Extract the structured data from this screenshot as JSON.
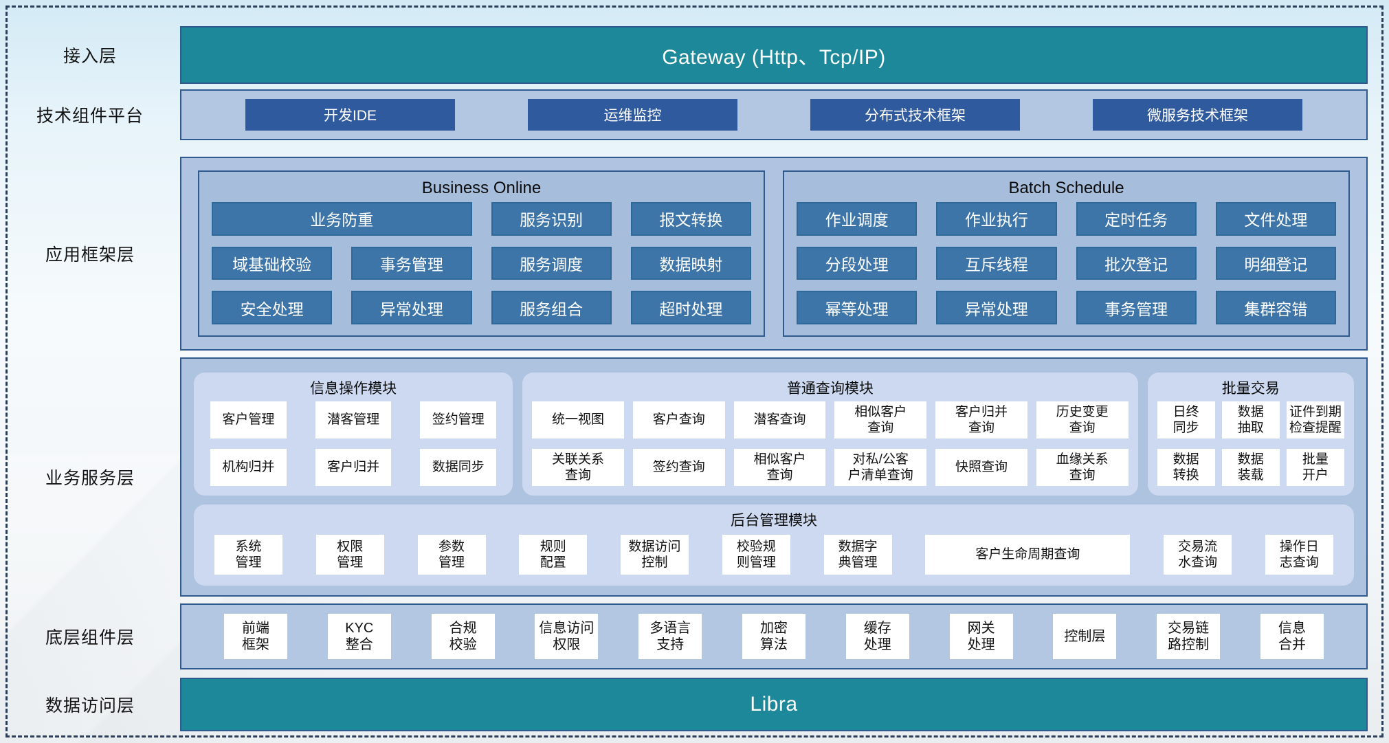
{
  "access_layer": {
    "label": "接入层",
    "gateway": "Gateway (Http、Tcp/IP)"
  },
  "tech_platform": {
    "label": "技术组件平台",
    "items": [
      "开发IDE",
      "运维监控",
      "分布式技术框架",
      "微服务技术框架"
    ]
  },
  "app_framework": {
    "label": "应用框架层",
    "business_online": {
      "title": "Business Online",
      "items": [
        {
          "t": "业务防重",
          "c": "span2"
        },
        "服务识别",
        "报文转换",
        "域基础校验",
        "事务管理",
        "服务调度",
        "数据映射",
        "安全处理",
        "异常处理",
        "服务组合",
        "超时处理"
      ]
    },
    "batch_schedule": {
      "title": "Batch Schedule",
      "items": [
        "作业调度",
        "作业执行",
        "定时任务",
        "文件处理",
        "分段处理",
        "互斥线程",
        "批次登记",
        "明细登记",
        "幂等处理",
        "异常处理",
        "事务管理",
        "集群容错"
      ]
    }
  },
  "business_service": {
    "label": "业务服务层",
    "info_module": {
      "title": "信息操作模块",
      "items": [
        "客户管理",
        "潜客管理",
        "签约管理",
        "机构归并",
        "客户归并",
        "数据同步"
      ]
    },
    "query_module": {
      "title": "普通查询模块",
      "items": [
        "统一视图",
        "客户查询",
        "潜客查询",
        "相似客户\n查询",
        "客户归并\n查询",
        "历史变更\n查询",
        "关联关系\n查询",
        "签约查询",
        "相似客户\n查询",
        "对私/公客\n户清单查询",
        "快照查询",
        "血缘关系\n查询"
      ]
    },
    "batch_module": {
      "title": "批量交易",
      "items": [
        "日终\n同步",
        "数据\n抽取",
        "证件到期\n检查提醒",
        "数据\n转换",
        "数据\n装载",
        "批量\n开户"
      ]
    },
    "admin_module": {
      "title": "后台管理模块",
      "items": [
        "系统\n管理",
        "权限\n管理",
        "参数\n管理",
        "规则\n配置",
        "数据访问\n控制",
        "校验规\n则管理",
        "数据字\n典管理",
        {
          "t": "客户生命周期查询",
          "c": "wide"
        },
        "交易流\n水查询",
        "操作日\n志查询"
      ]
    }
  },
  "base_components": {
    "label": "底层组件层",
    "items": [
      "前端\n框架",
      "KYC\n整合",
      "合规\n校验",
      "信息访问\n权限",
      "多语言\n支持",
      "加密\n算法",
      "缓存\n处理",
      "网关\n处理",
      "控制层",
      "交易链\n路控制",
      "信息\n合并"
    ]
  },
  "data_access": {
    "label": "数据访问层",
    "bar": "Libra"
  }
}
